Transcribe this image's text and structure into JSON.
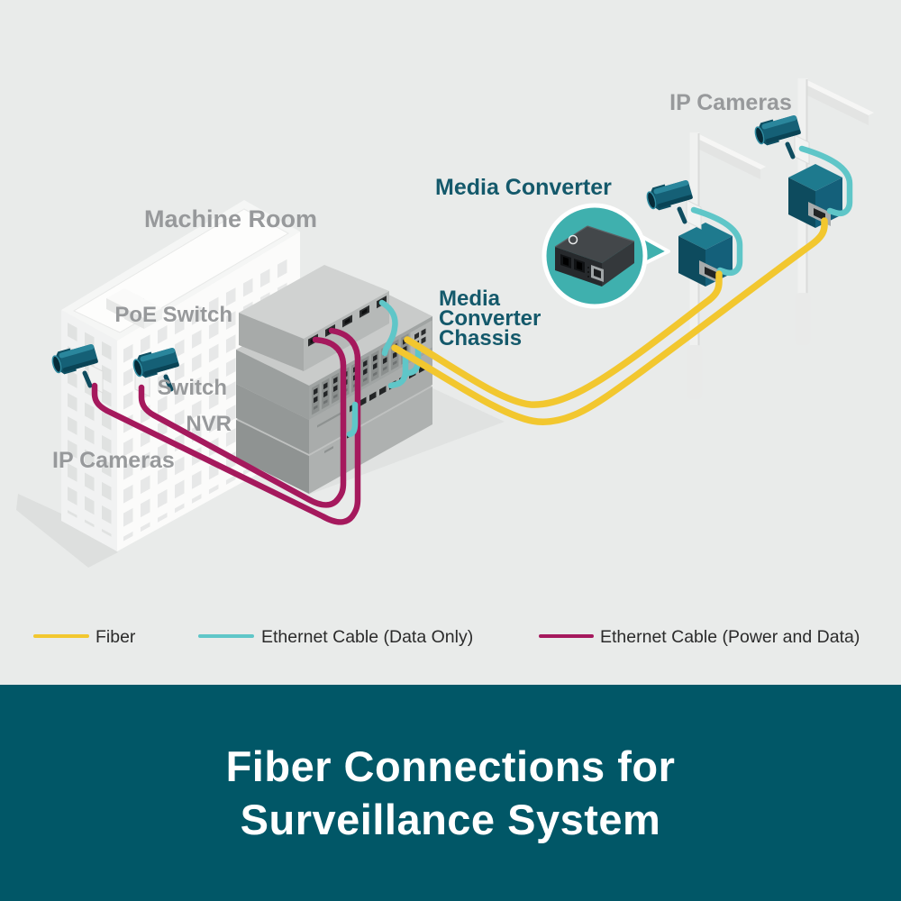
{
  "scene": {
    "background": "#E9EBEA",
    "labels": {
      "machine_room": "Machine Room",
      "poe_switch": "PoE Switch",
      "switch": "Switch",
      "nvr": "NVR",
      "ip_cameras_building": "IP Cameras",
      "ip_cameras_poles": "IP Cameras",
      "media_converter": "Media Converter",
      "chassis_line1": "Media",
      "chassis_line2": "Converter",
      "chassis_line3": "Chassis"
    },
    "label_gray": "#97999B",
    "label_teal": "#14596B",
    "callout_fill": "#3FB0AE"
  },
  "legend": {
    "text_color": "#2B2B2B",
    "items": [
      {
        "label": "Fiber",
        "color": "#F2C72F"
      },
      {
        "label": "Ethernet Cable (Data Only)",
        "color": "#5FC6C8"
      },
      {
        "label": "Ethernet Cable (Power and Data)",
        "color": "#A5195D"
      }
    ]
  },
  "footer": {
    "title_line1": "Fiber Connections for",
    "title_line2": "Surveillance System",
    "background": "#015767",
    "text_color": "#FFFFFF"
  }
}
